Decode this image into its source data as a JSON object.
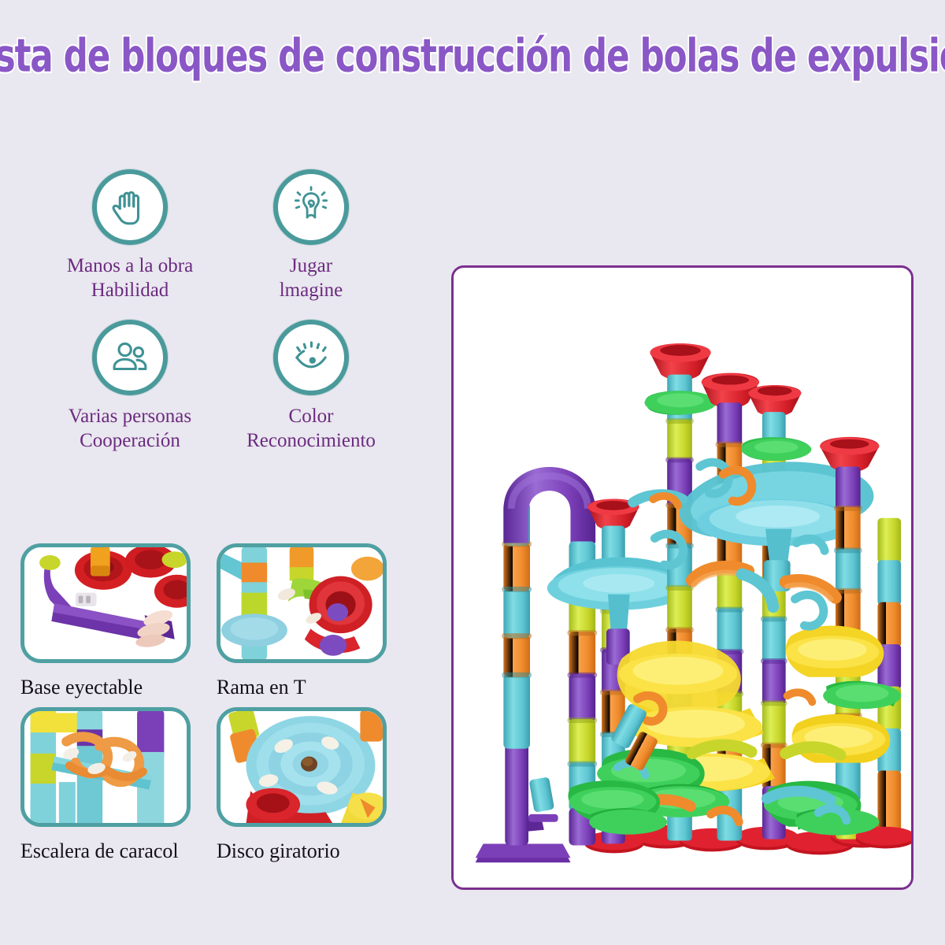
{
  "title": {
    "text": "Pista de bloques de construcción de bolas de expulsión",
    "color": "#8a57c6",
    "outline_color": "#ffffff"
  },
  "theme": {
    "background": "#e9e7ef",
    "icon_ring": "#4a9a9b",
    "icon_fill": "#ffffff",
    "feature_text": "#6b2b80",
    "thumb_border": "#4fa0a2",
    "thumb_caption": "#141018",
    "panel_border": "#7a2f8f",
    "panel_background": "#ffffff"
  },
  "features": [
    {
      "icon": "hand-icon",
      "line1": "Manos a la obra",
      "line2": "Habilidad"
    },
    {
      "icon": "lightbulb-idea-icon",
      "line1": "Jugar",
      "line2": "lmagine"
    },
    {
      "icon": "people-group-icon",
      "line1": "Varias personas",
      "line2": "Cooperación"
    },
    {
      "icon": "eye-icon",
      "line1": "Color",
      "line2": "Reconocimiento"
    }
  ],
  "thumbnails": [
    {
      "caption": "Base eyectable",
      "image": "ejector-base-photo"
    },
    {
      "caption": "Rama en T",
      "image": "t-branch-photo"
    },
    {
      "caption": "Escalera de caracol",
      "image": "spiral-staircase-photo"
    },
    {
      "caption": "Disco giratorio",
      "image": "rotating-disc-photo"
    }
  ],
  "main_image": {
    "name": "marble-run-assembled-photo",
    "description": "Pista de canicas armada de bloques de construcción multicolor"
  },
  "palette": {
    "red": "#e8192c",
    "dark_red": "#c01020",
    "purple": "#7a3fb5",
    "deep_purple": "#6a2fa5",
    "cyan": "#5ecfd6",
    "light_cyan": "#8fdfe4",
    "teal": "#46b8c4",
    "orange": "#f58a32",
    "dark_orange": "#e0701c",
    "lime": "#c4dd2e",
    "green": "#2fc04a",
    "dark_green": "#1fa33a",
    "yellow": "#fce34a",
    "gold": "#f5d32a"
  }
}
